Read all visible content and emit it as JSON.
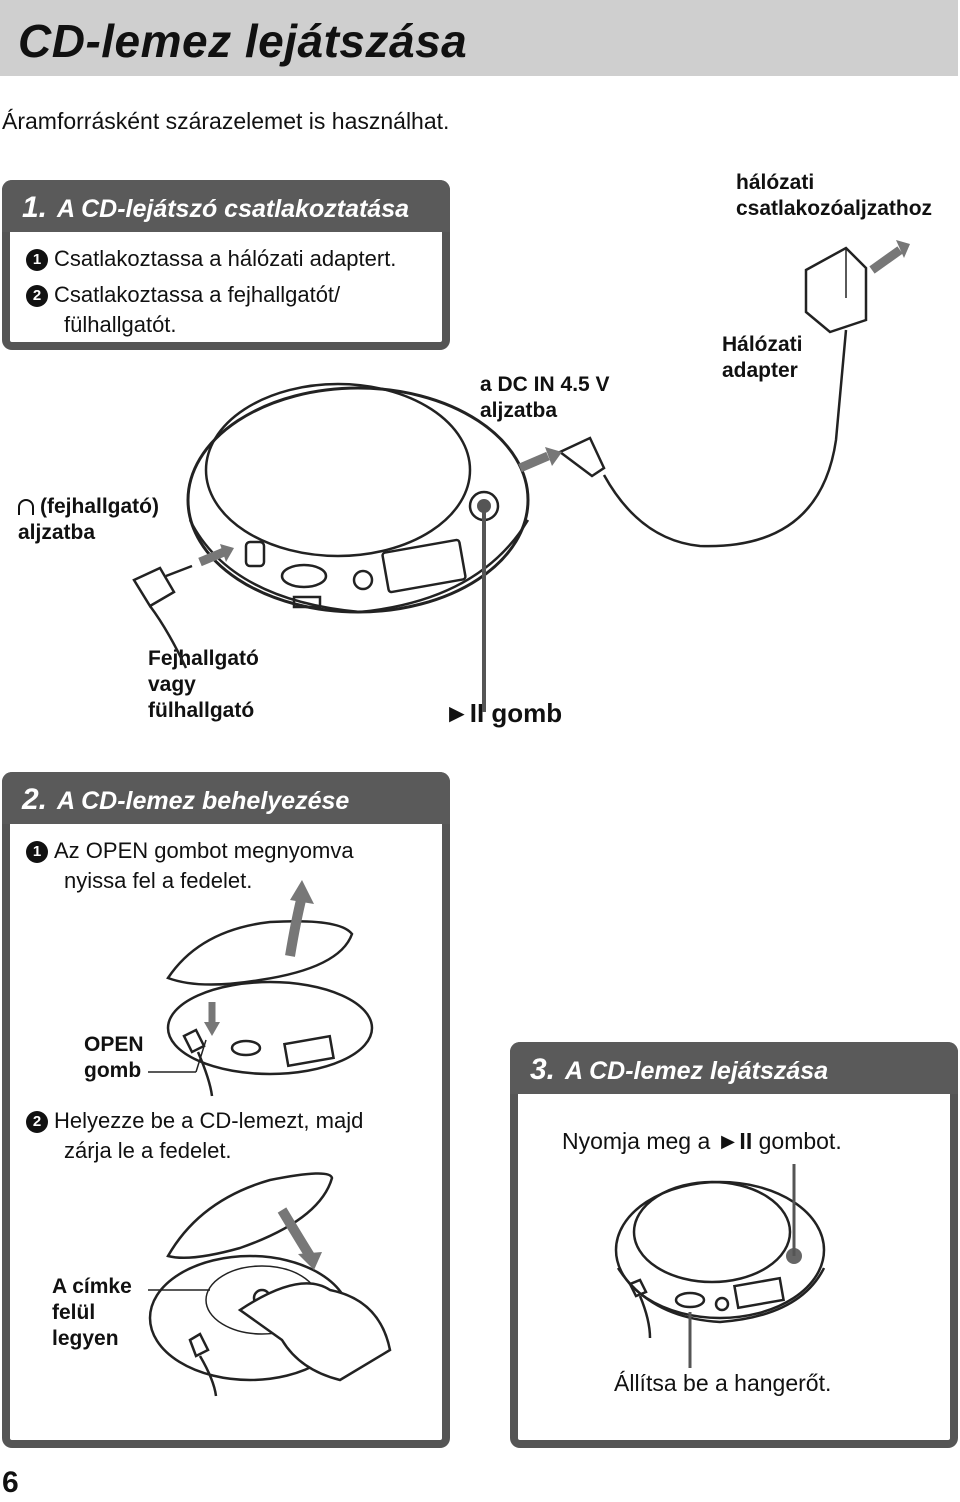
{
  "header": {
    "title": "CD-lemez lejátszása"
  },
  "intro": "Áramforrásként szárazelemet is használhat.",
  "section1": {
    "num": "1.",
    "title": "A CD-lejátszó csatlakoztatása",
    "steps": [
      {
        "marker": "1",
        "text": "Csatlakoztassa a hálózati adaptert."
      },
      {
        "marker": "2",
        "line1": "Csatlakoztassa a fejhallgatót/",
        "line2": "fülhallgatót."
      }
    ],
    "labels": {
      "outlet": [
        "hálózati",
        "csatlakozóaljzathoz"
      ],
      "adapter": [
        "Hálózati",
        "adapter"
      ],
      "dcin": [
        "a DC IN 4.5 V",
        "aljzatba"
      ],
      "phones": [
        "(fejhallgató)",
        "aljzatba"
      ],
      "headphone": [
        "Fejhallgató",
        "vagy",
        "fülhallgató"
      ],
      "playbutton_symbol": "►II",
      "playbutton": "gomb"
    }
  },
  "section2": {
    "num": "2.",
    "title": "A CD-lemez behelyezése",
    "steps": [
      {
        "marker": "1",
        "line1": "Az OPEN gombot megnyomva",
        "line2": "nyissa fel a fedelet."
      },
      {
        "marker": "2",
        "line1": "Helyezze be a CD-lemezt, majd",
        "line2": "zárja le a fedelet."
      }
    ],
    "labels": {
      "open": [
        "OPEN",
        "gomb"
      ],
      "label_side": [
        "A címke",
        "felül",
        "legyen"
      ]
    }
  },
  "section3": {
    "num": "3.",
    "title": "A CD-lemez lejátszása",
    "instruction_pre": "Nyomja meg a",
    "instruction_symbol": "►II",
    "instruction_post": "gombot.",
    "volume": "Állítsa be a hangerőt."
  },
  "footer": {
    "page_number": "6"
  }
}
